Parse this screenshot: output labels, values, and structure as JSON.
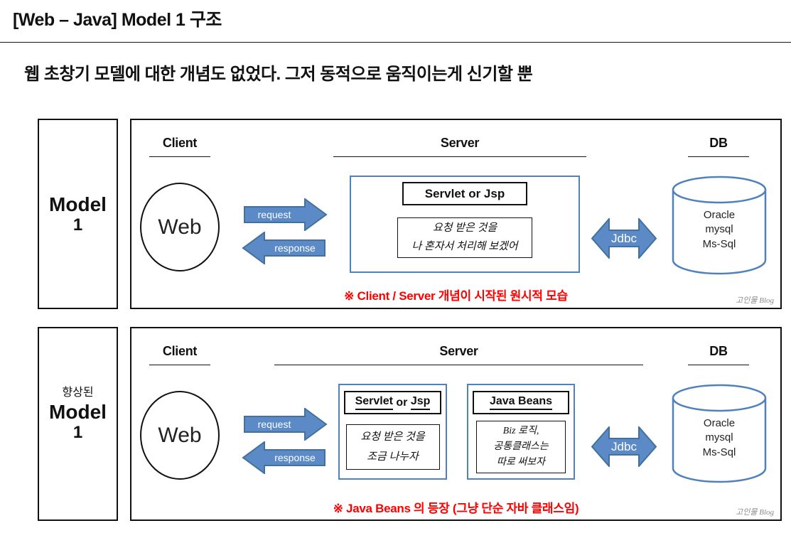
{
  "page": {
    "title": "[Web – Java] Model 1 구조",
    "subtitle": "웹 초창기 모델에 대한 개념도 없었다. 그저 동적으로 움직이는게 신기할 뿐"
  },
  "colors": {
    "accent_blue": "#4f81bd",
    "arrow_fill": "#5b8ac6",
    "arrow_stroke": "#41719c",
    "note_red": "#ff0000",
    "footer_gray": "#8a8a8a"
  },
  "diagram1": {
    "model_label": {
      "line1": "Model",
      "line2": "1"
    },
    "headers": {
      "client": "Client",
      "server": "Server",
      "db": "DB"
    },
    "client_node": "Web",
    "arrows": {
      "request": "request",
      "response": "response",
      "jdbc": "Jdbc"
    },
    "server_box": {
      "title": "Servlet or Jsp",
      "note_line1": "요청 받은 것을",
      "note_line2": "나 혼자서 처리해 보겠어"
    },
    "db_node": {
      "line1": "Oracle",
      "line2": "mysql",
      "line3": "Ms-Sql"
    },
    "note": "※ Client / Server 개념이 시작된 원시적 모습",
    "credit": "고인물 Blog"
  },
  "diagram2": {
    "model_label": {
      "prefix": "향상된",
      "line1": "Model",
      "line2": "1"
    },
    "headers": {
      "client": "Client",
      "server": "Server",
      "db": "DB"
    },
    "client_node": "Web",
    "arrows": {
      "request": "request",
      "response": "response",
      "jdbc": "Jdbc"
    },
    "servlet_box": {
      "title_servlet": "Servlet",
      "title_or": " or ",
      "title_jsp": "Jsp",
      "note_line1": "요청 받은 것을",
      "note_line2": "조금 나누자"
    },
    "beans_box": {
      "title": "Java Beans",
      "note_line1": "Biz 로직,",
      "note_line2": "공통클래스는",
      "note_line3": "따로 써보자"
    },
    "db_node": {
      "line1": "Oracle",
      "line2": "mysql",
      "line3": "Ms-Sql"
    },
    "note": "※ Java Beans 의 등장 (그냥 단순 자바 클래스임)",
    "credit": "고인물 Blog"
  }
}
